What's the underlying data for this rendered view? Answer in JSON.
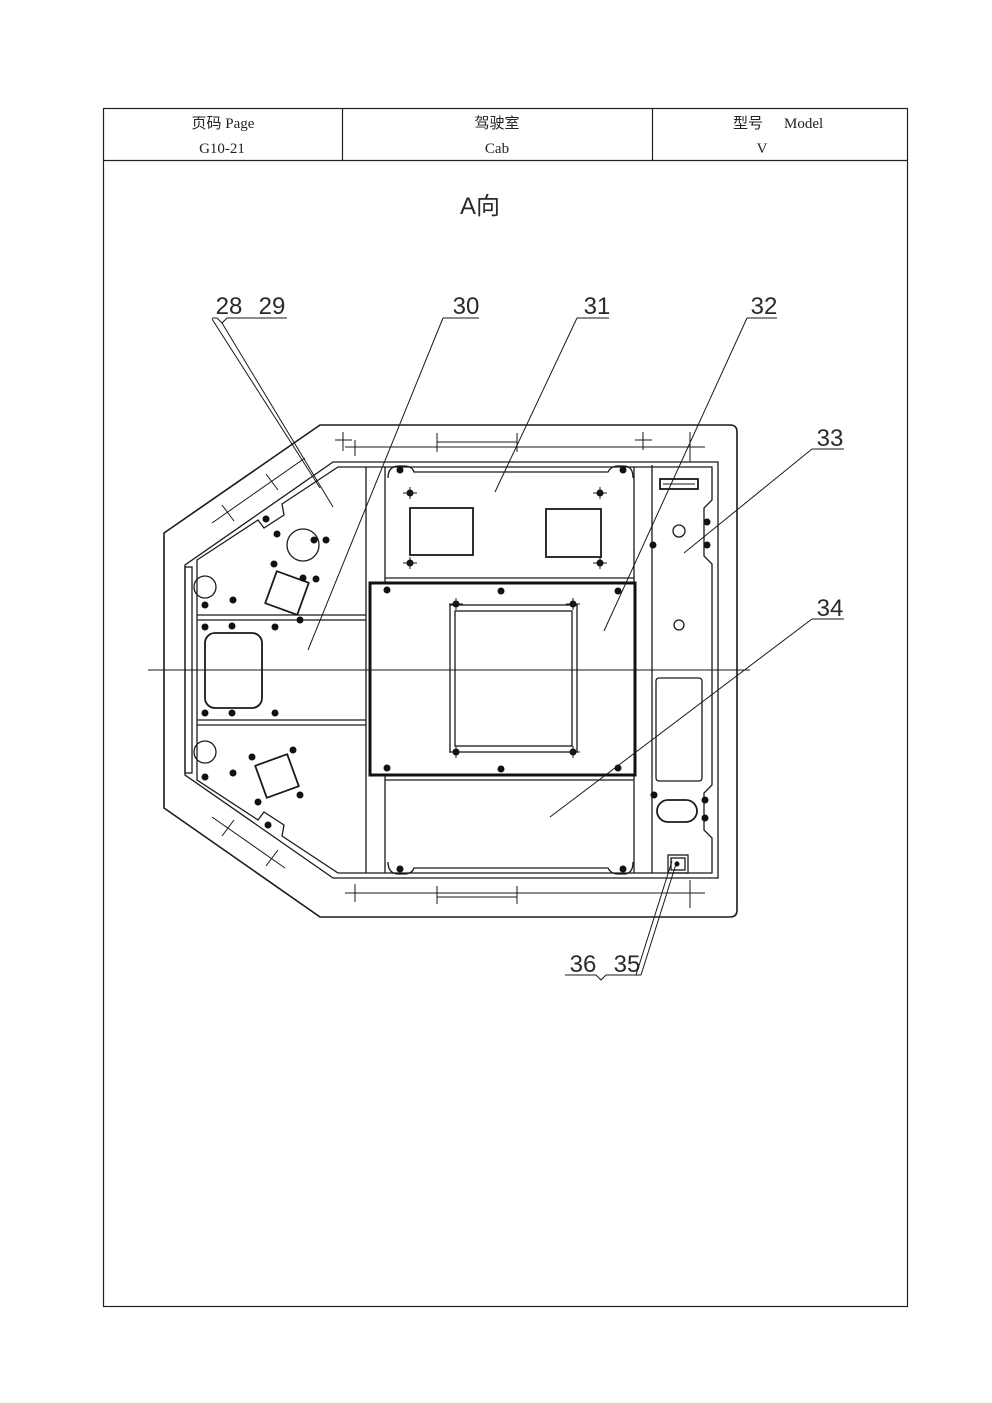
{
  "header": {
    "page_label": "页码 Page",
    "page_value": "G10-21",
    "section_label": "驾驶室",
    "section_value": "Cab",
    "model_label_cn": "型号",
    "model_label_en": "Model",
    "model_value": "V"
  },
  "drawing": {
    "view_title": "A向",
    "callouts": [
      "28",
      "29",
      "30",
      "31",
      "32",
      "33",
      "34",
      "36",
      "35"
    ]
  }
}
